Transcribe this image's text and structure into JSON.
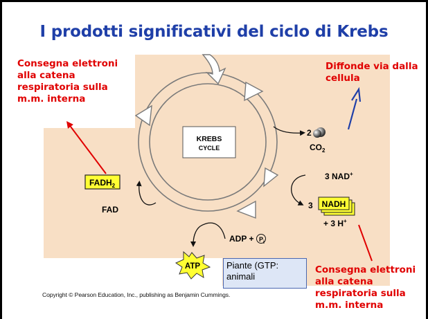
{
  "title": "I prodotti significativi del ciclo di Krebs",
  "labels": {
    "top_left": [
      "Consegna elettroni",
      "alla catena",
      "respiratoria sulla",
      "m.m. interna"
    ],
    "top_right": [
      "Diffonde via dalla",
      "cellula"
    ],
    "bottom_right": [
      "Consegna elettroni",
      "alla catena",
      "respiratoria sulla",
      "m.m. interna"
    ]
  },
  "cycle": {
    "name_line1": "KREBS",
    "name_line2": "CYCLE"
  },
  "molecules": {
    "co2_coeff": "2",
    "co2": "CO",
    "co2_sub": "2",
    "nad": "3 NAD",
    "nad_sup": "+",
    "nadh_coeff": "3",
    "nadh": "NADH",
    "protons": "+ 3 H",
    "protons_sup": "+",
    "fadh2": "FADH",
    "fadh2_sub": "2",
    "fad": "FAD",
    "adp": "ADP +",
    "pi": "P",
    "pi_sub": "i",
    "atp": "ATP"
  },
  "note": "Piante (GTP: animali",
  "copyright": "Copyright © Pearson Education, Inc., publishing as Benjamin Cummings.",
  "colors": {
    "title": "#1f3fa8",
    "red_label": "#e00000",
    "background_panel": "#f8dfc5",
    "fadh2_box": "#ffff33",
    "nadh_box": "#ffff33",
    "atp_star": "#ffff33",
    "blue_arrow": "#1f3fa8"
  }
}
